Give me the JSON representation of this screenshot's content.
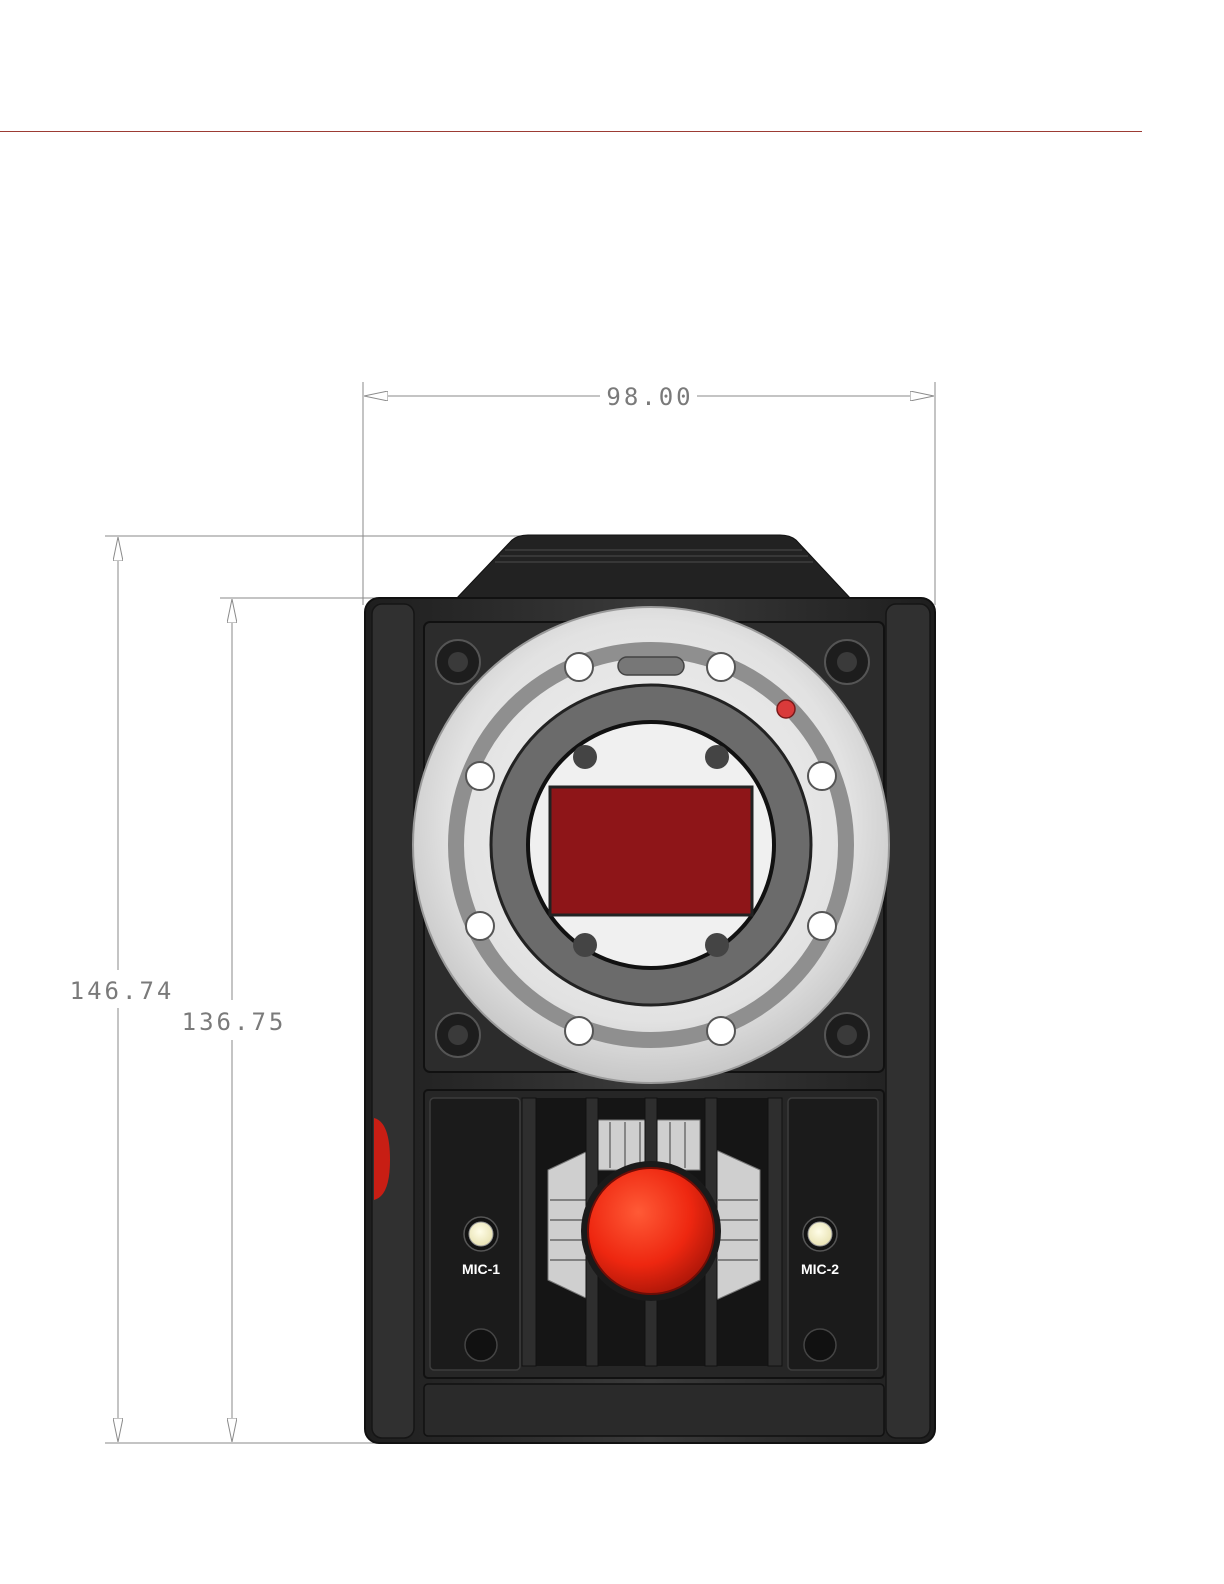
{
  "dimensions": {
    "width": "98.00",
    "overall_height": "146.74",
    "body_height": "136.75"
  },
  "labels": {
    "mic_left": "MIC-1",
    "mic_right": "MIC-2"
  },
  "colors": {
    "rule": "#9c3b34",
    "sensor": "#8e1518",
    "record_button": "#ee2710",
    "tally_led": "#d93a3a",
    "body": "#2b2b2b",
    "dimension_line": "#8a8a8a"
  }
}
